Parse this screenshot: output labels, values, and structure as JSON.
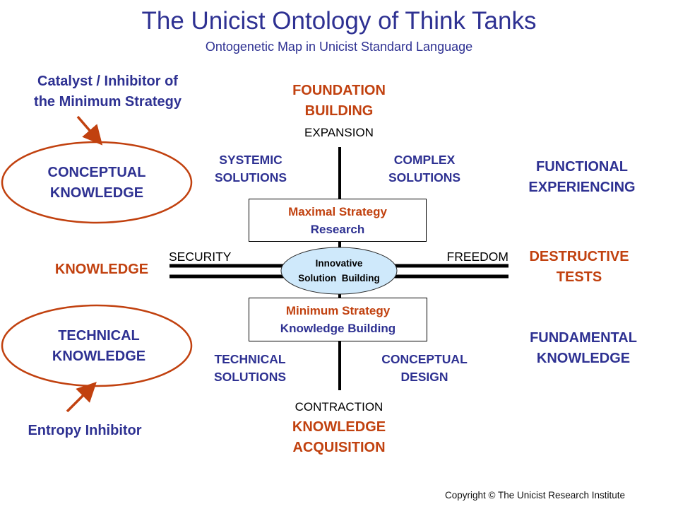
{
  "header": {
    "title": "The Unicist Ontology of Think Tanks",
    "subtitle": "Ontogenetic Map in Unicist Standard Language"
  },
  "colors": {
    "primary_blue": "#2e3192",
    "accent_red": "#c1410f",
    "center_fill": "#cfe9fb",
    "axis": "#000000"
  },
  "left_column": {
    "catalyst_label": [
      "Catalyst / Inhibitor of",
      "the Minimum Strategy"
    ],
    "conceptual_knowledge": [
      "CONCEPTUAL",
      "KNOWLEDGE"
    ],
    "knowledge": "KNOWLEDGE",
    "technical_knowledge": [
      "TECHNICAL",
      "KNOWLEDGE"
    ],
    "entropy_label": "Entropy Inhibitor"
  },
  "top": {
    "foundation": [
      "FOUNDATION",
      "BUILDING"
    ],
    "expansion": "EXPANSION"
  },
  "bottom": {
    "contraction": "CONTRACTION",
    "acquisition": [
      "KNOWLEDGE",
      "ACQUISITION"
    ]
  },
  "axis_labels": {
    "security": "SECURITY",
    "freedom": "FREEDOM"
  },
  "quadrants": {
    "top_left": [
      "SYSTEMIC",
      "SOLUTIONS"
    ],
    "top_right": [
      "COMPLEX",
      "SOLUTIONS"
    ],
    "bottom_left": [
      "TECHNICAL",
      "SOLUTIONS"
    ],
    "bottom_right": [
      "CONCEPTUAL",
      "DESIGN"
    ]
  },
  "boxes": {
    "maximal": {
      "line1": "Maximal Strategy",
      "line2": "Research"
    },
    "minimum": {
      "line1": "Minimum Strategy",
      "line2": "Knowledge Building"
    }
  },
  "center": [
    "Innovative",
    "Solution  Building"
  ],
  "right_column": {
    "functional": [
      "FUNCTIONAL",
      "EXPERIENCING"
    ],
    "destructive": [
      "DESTRUCTIVE",
      "TESTS"
    ],
    "fundamental": [
      "FUNDAMENTAL",
      "KNOWLEDGE"
    ]
  },
  "footer": {
    "copyright": "Copyright © The Unicist Research Institute"
  }
}
